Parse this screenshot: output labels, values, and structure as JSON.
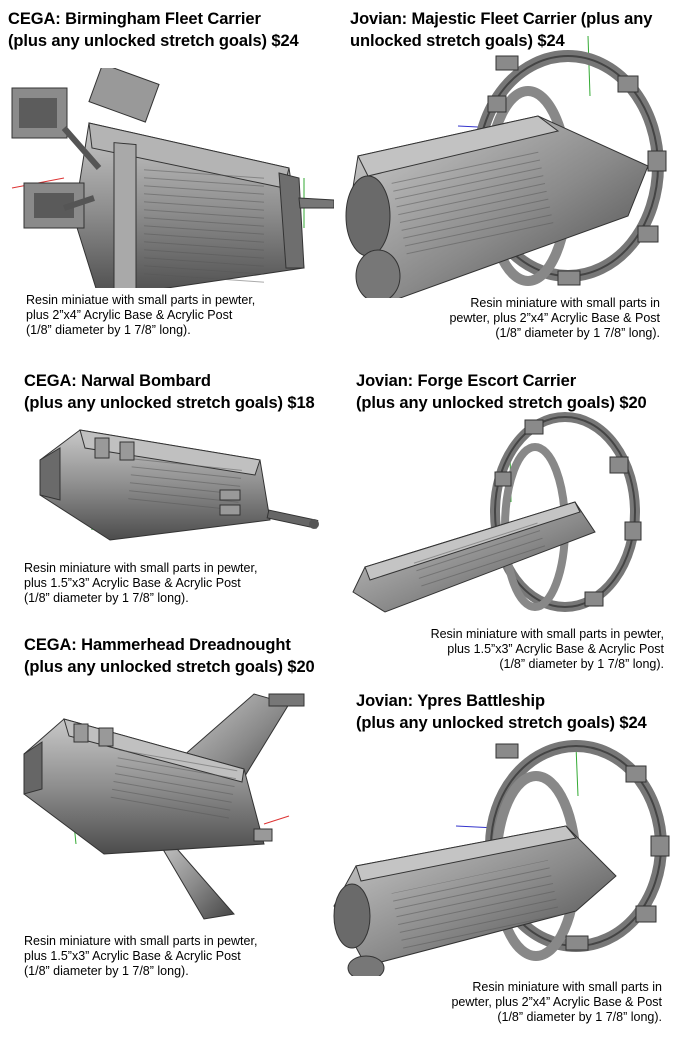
{
  "products": [
    {
      "title": "CEGA: Birmingham Fleet Carrier\n(plus any unlocked stretch goals) $24",
      "description": "Resin miniatue with small parts in pewter,\nplus 2”x4” Acrylic Base & Acrylic Post\n(1/8” diameter by 1 7/8” long).",
      "icon": "fleet-carrier-model"
    },
    {
      "title": "Jovian: Majestic Fleet Carrier (plus any\nunlocked stretch goals) $24",
      "description": "Resin miniature with small parts in\npewter, plus 2”x4” Acrylic Base & Post\n(1/8” diameter by 1 7/8” long).",
      "icon": "ring-carrier-model"
    },
    {
      "title": "CEGA: Narwal Bombard\n(plus any unlocked stretch goals) $18",
      "description": "Resin miniature with small parts in pewter,\nplus 1.5”x3” Acrylic Base & Acrylic Post\n(1/8” diameter by 1 7/8” long).",
      "icon": "bombard-model"
    },
    {
      "title": "Jovian: Forge Escort Carrier\n(plus any unlocked stretch goals) $20",
      "description": "Resin miniature with small parts in pewter,\nplus 1.5”x3” Acrylic Base & Acrylic Post\n(1/8” diameter by 1 7/8” long).",
      "icon": "escort-carrier-model"
    },
    {
      "title": "CEGA: Hammerhead Dreadnought\n(plus any unlocked stretch goals) $20",
      "description": "Resin miniature with small parts in pewter,\nplus 1.5”x3” Acrylic Base & Acrylic Post\n(1/8” diameter by 1 7/8” long).",
      "icon": "dreadnought-model"
    },
    {
      "title": "Jovian: Ypres Battleship\n(plus any unlocked stretch goals) $24",
      "description": "Resin miniature with small parts in\npewter, plus 2”x4” Acrylic Base & Post\n(1/8” diameter by 1 7/8” long).",
      "icon": "battleship-model"
    }
  ],
  "colors": {
    "hull_light": "#b8b8b8",
    "hull_mid": "#8c8c8c",
    "hull_dark": "#4a4a4a"
  }
}
